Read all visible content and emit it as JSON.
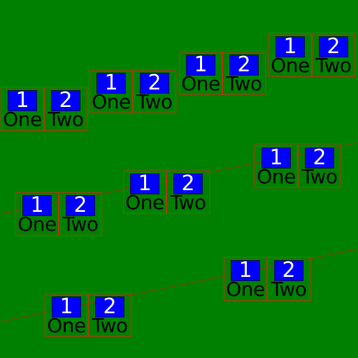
{
  "scene": {
    "background_color": "#008000",
    "box_color": "#0000ff",
    "border_color": "#aa3a10",
    "pair": {
      "num1": "1",
      "num2": "2",
      "word1": "One",
      "word2": "Two"
    }
  }
}
